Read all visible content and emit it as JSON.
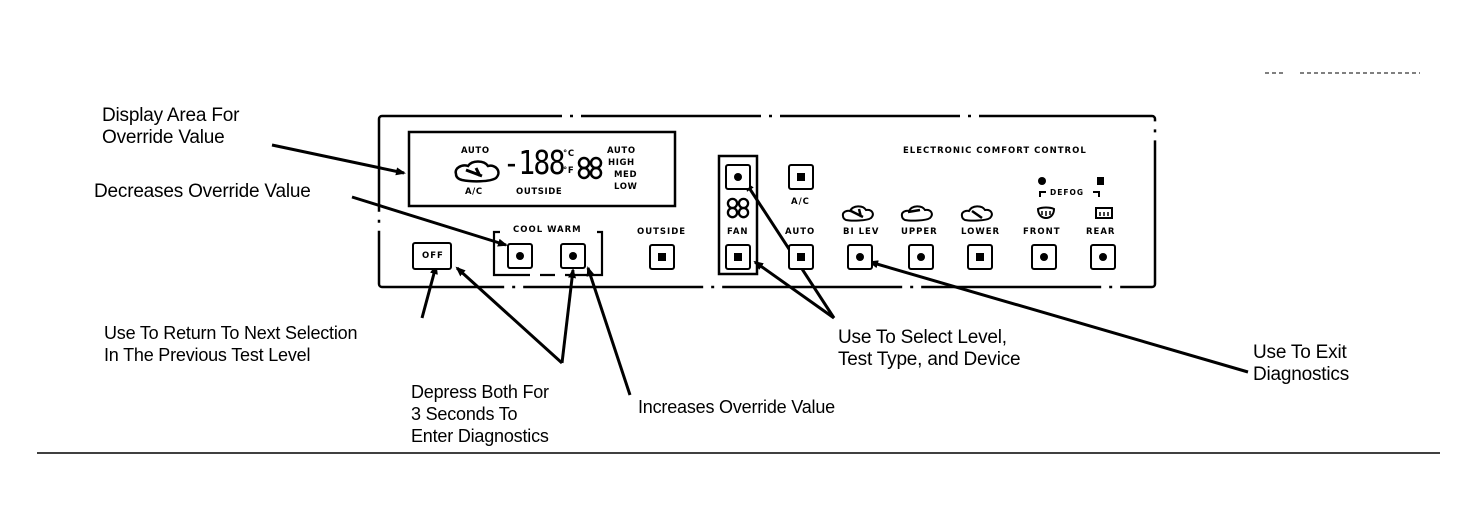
{
  "panel": {
    "title": "ELECTRONIC COMFORT CONTROL",
    "display": {
      "mode_auto": "AUTO",
      "mode_ac": "A/C",
      "temperature": "-188",
      "unit_c": "°C",
      "unit_f": "°F",
      "outside": "OUTSIDE",
      "fan_levels": [
        "AUTO",
        "HIGH",
        "MED",
        "LOW"
      ]
    },
    "buttons": {
      "off": "OFF",
      "cool_warm": "COOL WARM",
      "outside": "OUTSIDE",
      "fan": "FAN",
      "ac": "A/C",
      "auto": "AUTO",
      "bilev": "BI LEV",
      "upper": "UPPER",
      "lower": "LOWER",
      "front": "FRONT",
      "rear": "REAR",
      "defog": "DEFOG"
    }
  },
  "callouts": {
    "display_area": [
      "Display Area For",
      "Override Value"
    ],
    "decreases": [
      "Decreases Override Value"
    ],
    "return": [
      "Use To Return To Next Selection",
      "In The Previous Test Level"
    ],
    "depress_both": [
      "Depress Both For",
      "3 Seconds To",
      "Enter Diagnostics"
    ],
    "increases": [
      "Increases Override Value"
    ],
    "select_level": [
      "Use To Select Level,",
      "Test Type, and Device"
    ],
    "exit": [
      "Use To Exit",
      "Diagnostics"
    ]
  }
}
